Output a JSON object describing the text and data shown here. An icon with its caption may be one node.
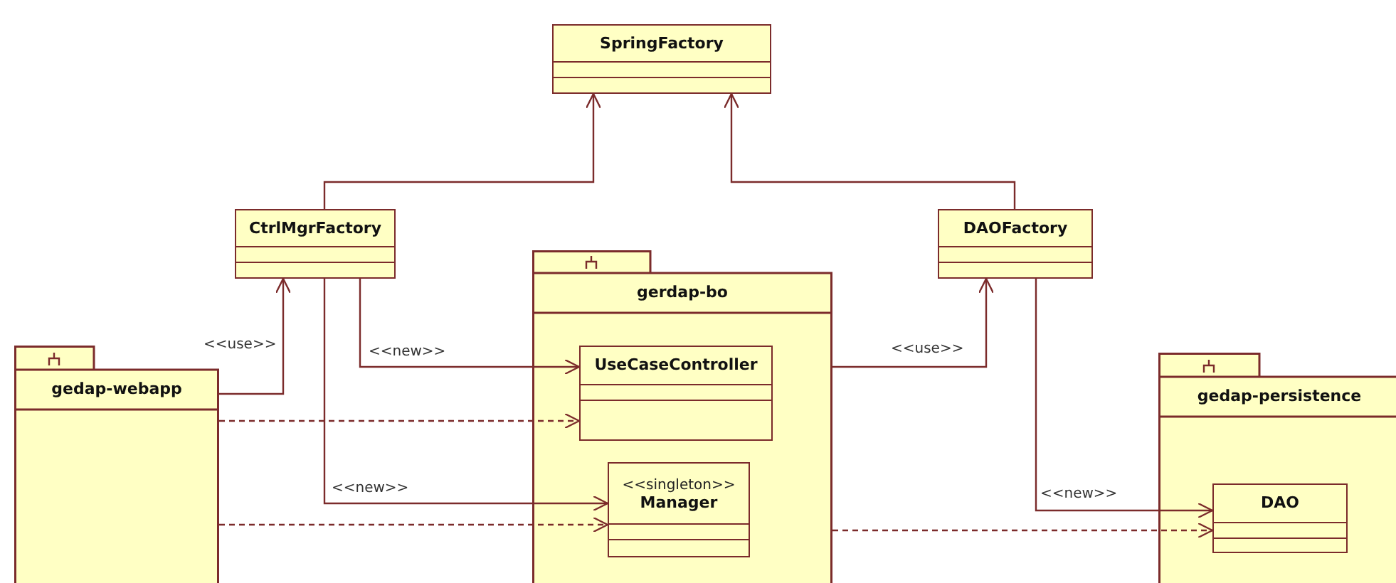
{
  "diagram": {
    "nodes": [
      {
        "text": [
          "SpringFactory"
        ]
      },
      {
        "text": [
          "CtrlMgrFactory"
        ]
      },
      {
        "text": [
          "DAOFactory"
        ]
      },
      {
        "text": [
          "gerdap-bo"
        ]
      },
      {
        "text": [
          "UseCaseController"
        ],
        "in": 3
      },
      {
        "text": [
          "gedap-webapp"
        ]
      },
      {
        "text": [
          "<<singleton>>",
          "Manager"
        ],
        "in": 3
      },
      {
        "text": [
          "gedap-persistence"
        ]
      },
      {
        "text": [
          "DAO"
        ],
        "in": 7
      }
    ],
    "edges": [
      {
        "from": 1,
        "to": 0,
        "arrow": "to"
      },
      {
        "from": 2,
        "to": 0,
        "arrow": "to"
      },
      {
        "from": 5,
        "to": 1,
        "arrow": "to",
        "label": "<<use>>"
      },
      {
        "from": 1,
        "to": 4,
        "arrow": "to",
        "label": "<<new>>"
      },
      {
        "from": 1,
        "to": 6,
        "arrow": "to",
        "label": "<<new>>"
      },
      {
        "from": 3,
        "to": 2,
        "arrow": "to",
        "label": "<<use>>"
      },
      {
        "from": 2,
        "to": 8,
        "arrow": "to",
        "label": "<<new>>"
      },
      {
        "from": 5,
        "to": 4,
        "arrow": "to",
        "style": "dashed"
      },
      {
        "from": 5,
        "to": 6,
        "arrow": "to",
        "style": "dashed"
      },
      {
        "from": 3,
        "to": 8,
        "arrow": "to",
        "style": "dashed"
      }
    ]
  }
}
